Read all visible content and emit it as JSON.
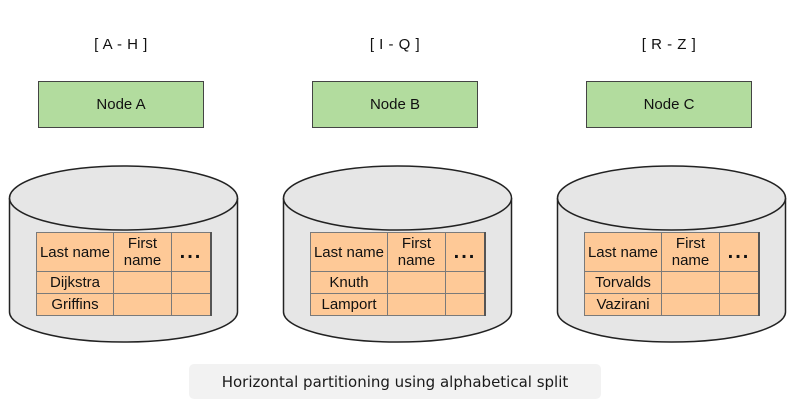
{
  "partitions": [
    {
      "range": "[ A - H ]",
      "node": "Node A",
      "headers": [
        "Last name",
        "First name",
        "..."
      ],
      "rows": [
        [
          "Dijkstra",
          "",
          ""
        ],
        [
          "Griffins",
          "",
          ""
        ]
      ]
    },
    {
      "range": "[ I - Q ]",
      "node": "Node B",
      "headers": [
        "Last name",
        "First name",
        "..."
      ],
      "rows": [
        [
          "Knuth",
          "",
          ""
        ],
        [
          "Lamport",
          "",
          ""
        ]
      ]
    },
    {
      "range": "[ R - Z ]",
      "node": "Node C",
      "headers": [
        "Last name",
        "First name",
        "..."
      ],
      "rows": [
        [
          "Torvalds",
          "",
          ""
        ],
        [
          "Vazirani",
          "",
          ""
        ]
      ]
    }
  ],
  "caption": "Horizontal partitioning using alphabetical split",
  "colors": {
    "node_fill": "#b2dc9e",
    "table_fill": "#fec997",
    "cylinder_fill": "#e6e6e6",
    "caption_bg": "#f2f2f2"
  }
}
